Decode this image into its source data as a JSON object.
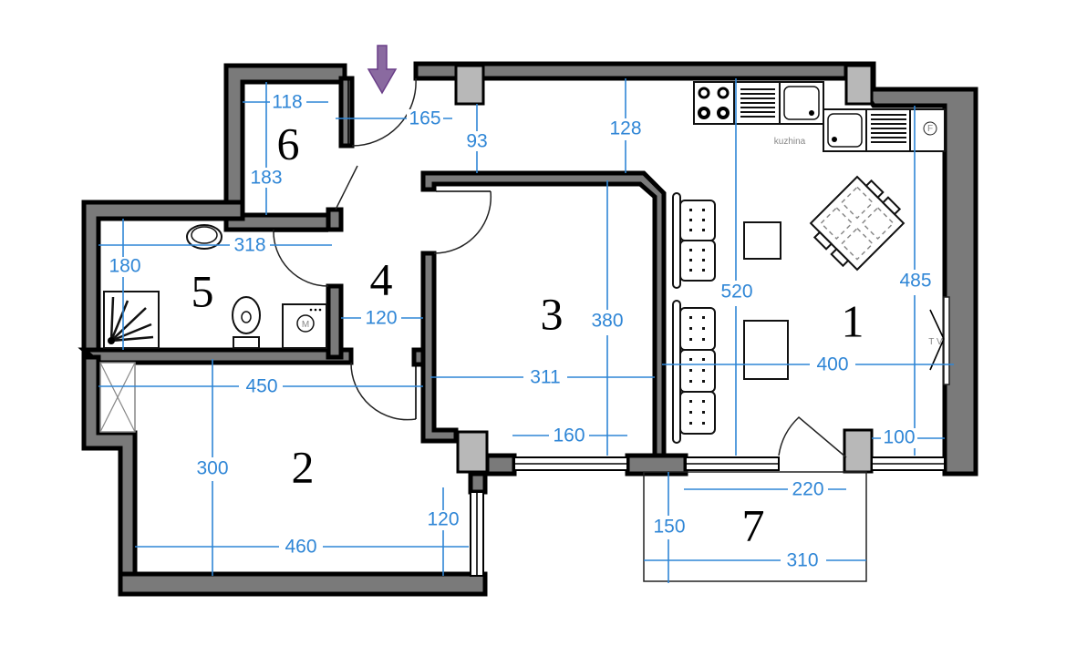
{
  "plan": {
    "colors": {
      "wall": "#7a7a7a",
      "dimension": "#2f86d6",
      "entrance_arrow": "#8a6aa0"
    },
    "rooms": [
      {
        "id": "1",
        "label": "1"
      },
      {
        "id": "2",
        "label": "2"
      },
      {
        "id": "3",
        "label": "3"
      },
      {
        "id": "4",
        "label": "4"
      },
      {
        "id": "5",
        "label": "5"
      },
      {
        "id": "6",
        "label": "6"
      },
      {
        "id": "7",
        "label": "7"
      }
    ],
    "kitchen_label": "kuzhina",
    "tv_label": "T V",
    "fridge_label": "F",
    "washer_label": "M",
    "dimensions": {
      "room6_width": "118",
      "room6_depth": "183",
      "entry_width": "165",
      "entry_to_wall": "93",
      "kitchen_depth": "128",
      "bath_width": "318",
      "bath_depth": "180",
      "hall_width": "120",
      "room2_upper_width": "450",
      "room2_depth": "300",
      "room2_lower_width": "460",
      "room2_window": "120",
      "room3_width": "311",
      "room3_depth": "380",
      "room3_window": "160",
      "living_length": "520",
      "living_width": "400",
      "living_right_depth": "485",
      "living_pillar_gap": "100",
      "balcony_door": "220",
      "balcony_depth": "150",
      "balcony_width": "310"
    }
  }
}
